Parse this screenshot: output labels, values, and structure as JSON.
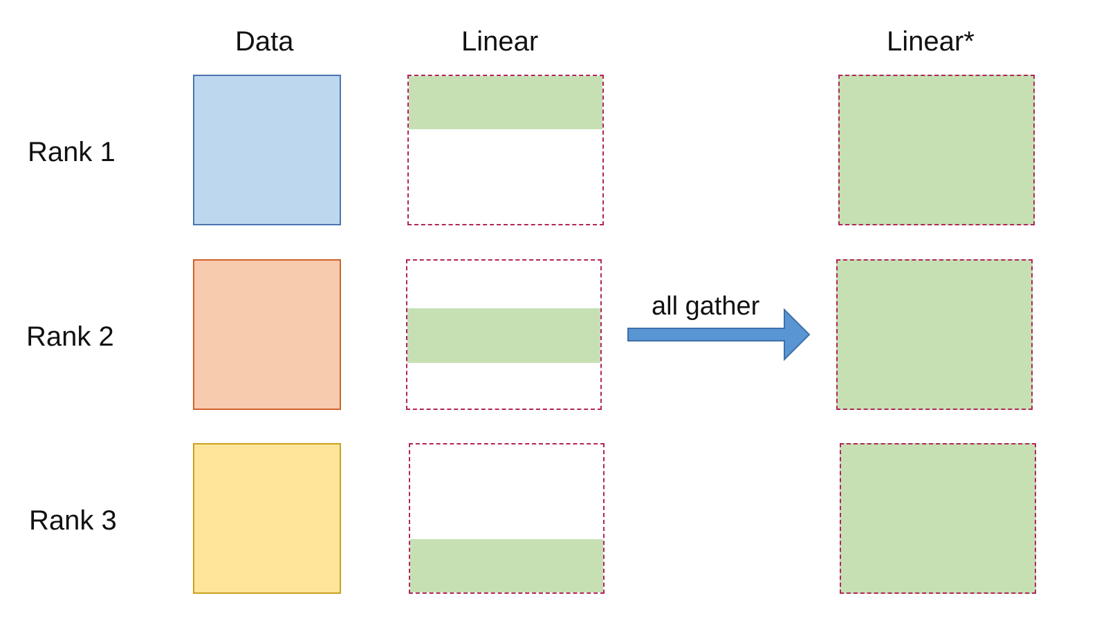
{
  "headers": {
    "data": "Data",
    "linear": "Linear",
    "linear_star": "Linear*"
  },
  "ranks": [
    {
      "label": "Rank 1",
      "data_fill": "#bdd7ee",
      "data_stroke": "#4a74b0"
    },
    {
      "label": "Rank 2",
      "data_fill": "#f7cbae",
      "data_stroke": "#d0602a"
    },
    {
      "label": "Rank 3",
      "data_fill": "#fee599",
      "data_stroke": "#c9a020"
    }
  ],
  "arrow": {
    "label": "all gather",
    "fill": "#5a95d3",
    "stroke": "#3d6fa8"
  },
  "colors": {
    "shard": "#c6e0b4",
    "dashed_border": "#b0245a"
  }
}
